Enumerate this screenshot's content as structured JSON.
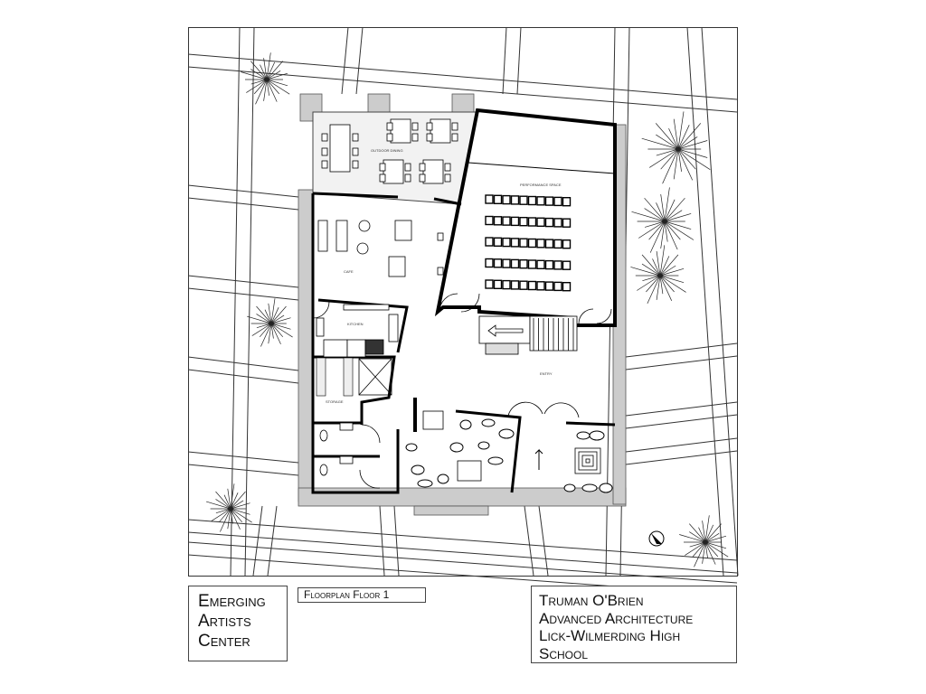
{
  "project_title": {
    "line1": "Emerging",
    "line2": "Artists",
    "line3": "Center"
  },
  "sheet_title": "Floorplan Floor 1",
  "author_block": {
    "line1": "Truman O'Brien",
    "line2": "Advanced Architecture",
    "line3": "Lick-Wilmerding High",
    "line4": "School"
  },
  "rooms": {
    "outdoor_dining": "Outdoor Dining",
    "performance": "Performance Space",
    "cafe": "Cafe",
    "kitchen": "Kitchen",
    "storage": "Storage",
    "entry": "Entry"
  },
  "colors": {
    "wall": "#000000",
    "outer_wall": "#cccccc",
    "terrace": "#f2f2f2",
    "paving_line": "#333333"
  }
}
